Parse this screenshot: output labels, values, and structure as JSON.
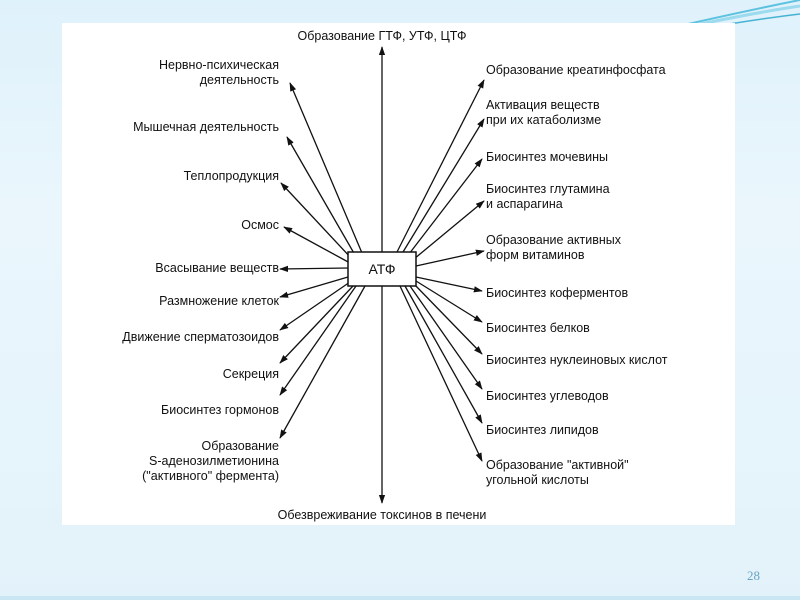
{
  "center": "АТФ",
  "top": "Образование ГТФ, УТФ, ЦТФ",
  "bottom": "Обезвреживание токсинов в печени",
  "left": [
    {
      "lines": [
        "Нервно-психическая",
        "деятельность"
      ]
    },
    {
      "lines": [
        "Мышечная деятельность"
      ]
    },
    {
      "lines": [
        "Теплопродукция"
      ]
    },
    {
      "lines": [
        "Осмос"
      ]
    },
    {
      "lines": [
        "Всасывание веществ"
      ]
    },
    {
      "lines": [
        "Размножение клеток"
      ]
    },
    {
      "lines": [
        "Движение сперматозоидов"
      ]
    },
    {
      "lines": [
        "Секреция"
      ]
    },
    {
      "lines": [
        "Биосинтез гормонов"
      ]
    },
    {
      "lines": [
        "Образование",
        "S-аденозилметионина",
        "(\"активного\" фермента)"
      ]
    }
  ],
  "right": [
    {
      "lines": [
        "Образование креатинфосфата"
      ]
    },
    {
      "lines": [
        "Активация веществ",
        "при их катаболизме"
      ]
    },
    {
      "lines": [
        "Биосинтез мочевины"
      ]
    },
    {
      "lines": [
        "Биосинтез глутамина",
        "и аспарагина"
      ]
    },
    {
      "lines": [
        "Образование активных",
        "форм витаминов"
      ]
    },
    {
      "lines": [
        "Биосинтез коферментов"
      ]
    },
    {
      "lines": [
        "Биосинтез белков"
      ]
    },
    {
      "lines": [
        "Биосинтез нуклеиновых кислот"
      ]
    },
    {
      "lines": [
        "Биосинтез углеводов"
      ]
    },
    {
      "lines": [
        "Биосинтез липидов"
      ]
    },
    {
      "lines": [
        "Образование \"активной\"",
        "угольной кислоты"
      ]
    }
  ],
  "slide_number": "28"
}
